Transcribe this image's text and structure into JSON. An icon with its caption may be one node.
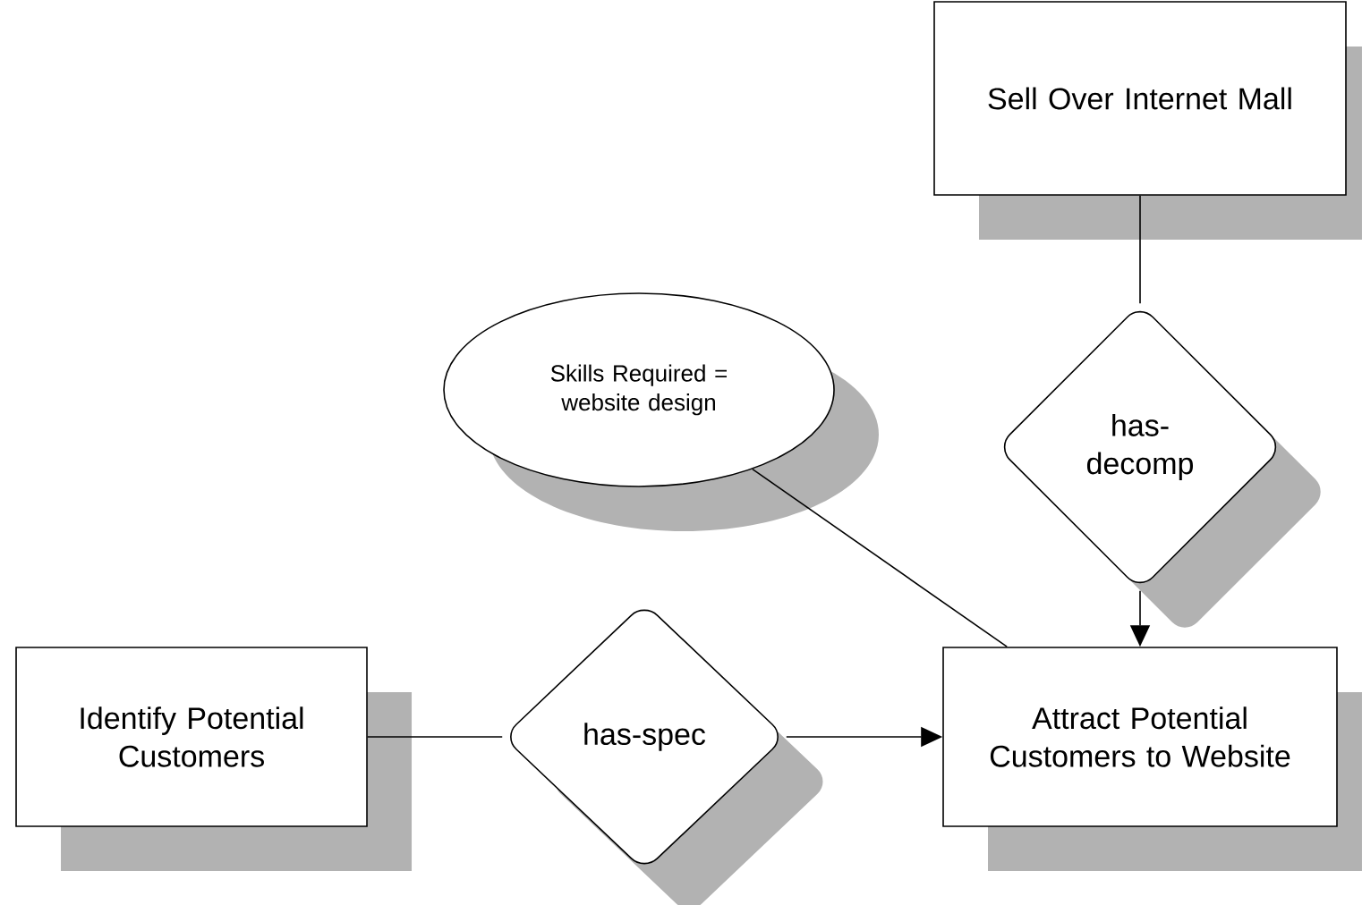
{
  "diagram": {
    "nodes": [
      {
        "text": [
          "Sell Over Internet Mall"
        ]
      },
      {
        "text": [
          "Skills Required = website design"
        ]
      },
      {
        "text": [
          "has-decomp"
        ]
      },
      {
        "text": [
          "Identify Potential Customers"
        ]
      },
      {
        "text": [
          "has-spec"
        ]
      },
      {
        "text": [
          "Attract Potential Customers to Website"
        ]
      }
    ],
    "edges": [
      {
        "from": 0,
        "to": 2,
        "arrow": "none"
      },
      {
        "from": 2,
        "to": 5,
        "arrow": "to"
      },
      {
        "from": 1,
        "to": 5,
        "arrow": "none"
      },
      {
        "from": 3,
        "to": 4,
        "arrow": "none"
      },
      {
        "from": 4,
        "to": 5,
        "arrow": "to"
      }
    ]
  }
}
